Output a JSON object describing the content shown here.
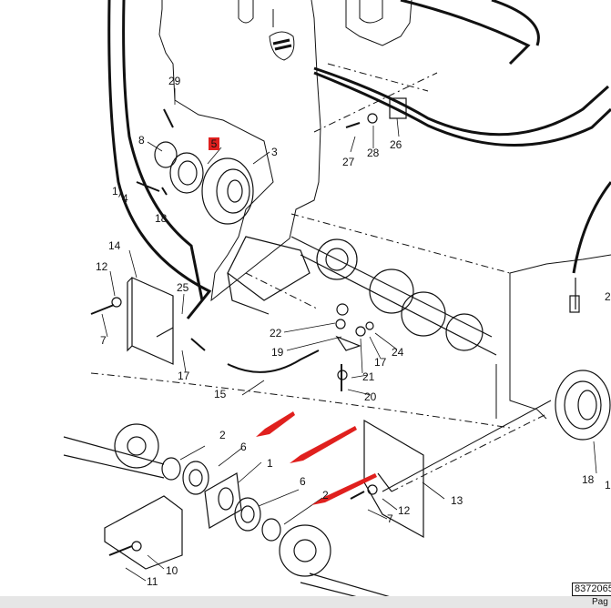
{
  "callouts": {
    "c29": "29",
    "c8": "8",
    "c5": "5",
    "c3": "3",
    "c1paren": "1)",
    "c4": "4",
    "c18a": "18",
    "c14": "14",
    "c12a": "12",
    "c7a": "7",
    "c25": "25",
    "c22": "22",
    "c19": "19",
    "c17a": "17",
    "c17b": "17",
    "c24": "24",
    "c21": "21",
    "c20": "20",
    "c15": "15",
    "c27": "27",
    "c28": "28",
    "c26": "26",
    "c2a": "2",
    "c6a": "6",
    "c1": "1",
    "c6b": "6",
    "c2b": "2",
    "c13": "13",
    "c12b": "12",
    "c7b": "7",
    "c11": "11",
    "c10": "10",
    "c18b": "18",
    "c2edge": "2",
    "c1edge": "1"
  },
  "highlighted_callout": "5",
  "highlight_color": "#e0201e",
  "arrow_color": "#e0201e",
  "drawing_number": "8372065",
  "page_label": "Pag"
}
